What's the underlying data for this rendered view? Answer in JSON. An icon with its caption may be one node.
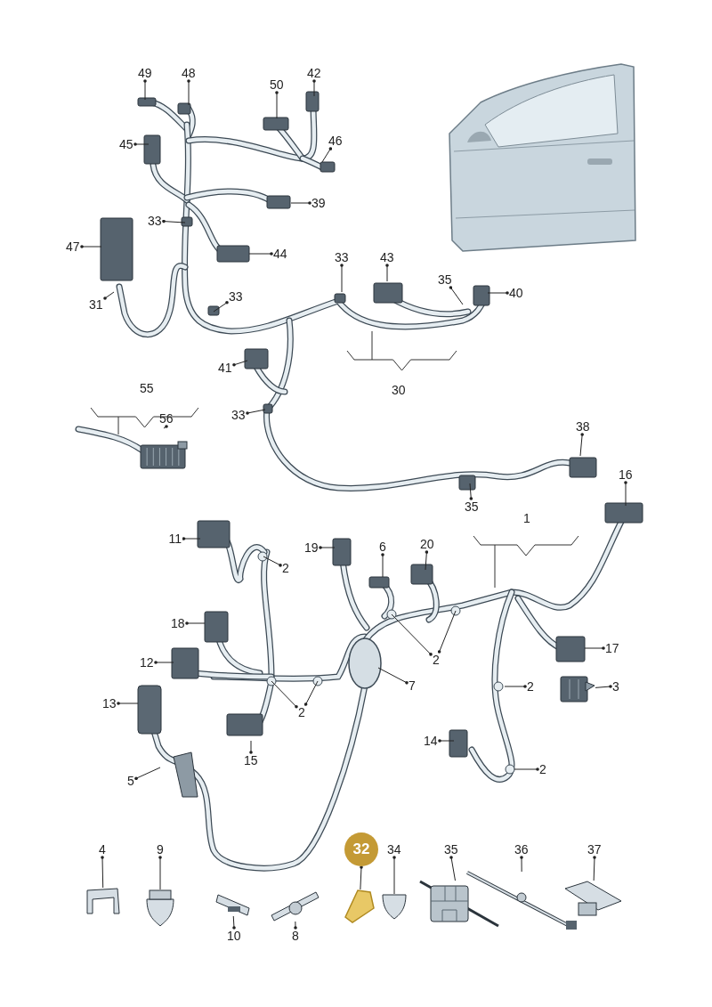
{
  "diagram": {
    "nodes": [
      {
        "text": [
          "49"
        ]
      },
      {
        "text": [
          "48"
        ]
      },
      {
        "text": [
          "42"
        ]
      },
      {
        "text": [
          "50"
        ]
      },
      {
        "text": [
          "46"
        ]
      },
      {
        "text": [
          "45"
        ]
      },
      {
        "text": [
          "39"
        ]
      },
      {
        "text": [
          "33"
        ]
      },
      {
        "text": [
          "47"
        ]
      },
      {
        "text": [
          "44"
        ]
      },
      {
        "text": [
          "33"
        ]
      },
      {
        "text": [
          "43"
        ]
      },
      {
        "text": [
          "35"
        ]
      },
      {
        "text": [
          "40"
        ]
      },
      {
        "text": [
          "31"
        ]
      },
      {
        "text": [
          "33"
        ]
      },
      {
        "text": [
          "41"
        ]
      },
      {
        "text": [
          "33"
        ]
      },
      {
        "text": [
          "56"
        ]
      },
      {
        "text": [
          "38"
        ]
      },
      {
        "text": [
          "35"
        ]
      },
      {
        "text": [
          "16"
        ]
      },
      {
        "text": [
          "11"
        ]
      },
      {
        "text": [
          "19"
        ]
      },
      {
        "text": [
          "6"
        ]
      },
      {
        "text": [
          "20"
        ]
      },
      {
        "text": [
          "2"
        ]
      },
      {
        "text": [
          "18"
        ]
      },
      {
        "text": [
          "17"
        ]
      },
      {
        "text": [
          "12"
        ]
      },
      {
        "text": [
          "2"
        ]
      },
      {
        "text": [
          "7"
        ]
      },
      {
        "text": [
          "3"
        ]
      },
      {
        "text": [
          "13"
        ]
      },
      {
        "text": [
          "2"
        ]
      },
      {
        "text": [
          "2"
        ]
      },
      {
        "text": [
          "14"
        ]
      },
      {
        "text": [
          "15"
        ]
      },
      {
        "text": [
          "2"
        ]
      },
      {
        "text": [
          "5"
        ]
      },
      {
        "text": [
          "4"
        ]
      },
      {
        "text": [
          "9"
        ]
      },
      {
        "text": [
          "32"
        ]
      },
      {
        "text": [
          "34"
        ]
      },
      {
        "text": [
          "35"
        ]
      },
      {
        "text": [
          "36"
        ]
      },
      {
        "text": [
          "37"
        ]
      },
      {
        "text": [
          "10"
        ]
      },
      {
        "text": [
          "8"
        ]
      },
      {
        "text": [],
        "shape": "picture"
      },
      {
        "text": [],
        "shape": "picture"
      },
      {
        "text": [],
        "shape": "picture"
      },
      {
        "text": [],
        "shape": "picture"
      },
      {
        "text": [],
        "shape": "picture"
      },
      {
        "text": [],
        "shape": "picture"
      },
      {
        "text": [],
        "shape": "picture"
      },
      {
        "text": [],
        "shape": "picture"
      },
      {
        "text": [],
        "shape": "picture"
      },
      {
        "text": [],
        "shape": "picture"
      },
      {
        "text": [],
        "shape": "picture"
      }
    ],
    "edges": [
      {
        "from": 0,
        "to": null,
        "arrow": "other"
      },
      {
        "from": 1,
        "to": null,
        "arrow": "other"
      },
      {
        "from": 2,
        "to": null,
        "arrow": "other"
      },
      {
        "from": 3,
        "to": null,
        "arrow": "other"
      },
      {
        "from": 4,
        "to": null,
        "arrow": "other"
      },
      {
        "from": 5,
        "to": null,
        "arrow": "other"
      },
      {
        "from": 6,
        "to": null,
        "arrow": "other"
      },
      {
        "from": 7,
        "to": null,
        "arrow": "other"
      },
      {
        "from": 8,
        "to": null,
        "arrow": "other"
      },
      {
        "from": 9,
        "to": null,
        "arrow": "other"
      },
      {
        "from": 10,
        "to": null,
        "arrow": "other"
      },
      {
        "from": 11,
        "to": null,
        "arrow": "other"
      },
      {
        "from": 12,
        "to": null,
        "arrow": "other"
      },
      {
        "from": 13,
        "to": null,
        "arrow": "other"
      },
      {
        "from": 14,
        "to": null,
        "arrow": "other"
      },
      {
        "from": 15,
        "to": null,
        "arrow": "other"
      },
      {
        "from": 16,
        "to": null,
        "arrow": "other"
      },
      {
        "from": 17,
        "to": null,
        "arrow": "other"
      },
      {
        "from": 18,
        "to": 49,
        "arrow": "other"
      },
      {
        "from": 19,
        "to": null,
        "arrow": "other"
      },
      {
        "from": 20,
        "to": null,
        "arrow": "other"
      },
      {
        "from": 21,
        "to": null,
        "arrow": "other"
      },
      {
        "from": 22,
        "to": null,
        "arrow": "other"
      },
      {
        "from": 23,
        "to": null,
        "arrow": "other"
      },
      {
        "from": 24,
        "to": null,
        "arrow": "other"
      },
      {
        "from": 25,
        "to": null,
        "arrow": "other"
      },
      {
        "from": 26,
        "to": null,
        "arrow": "other"
      },
      {
        "from": 27,
        "to": null,
        "arrow": "other"
      },
      {
        "from": 28,
        "to": null,
        "arrow": "other"
      },
      {
        "from": 29,
        "to": null,
        "arrow": "other"
      },
      {
        "from": 30,
        "to": null,
        "arrow": "other"
      },
      {
        "from": 30,
        "to": null,
        "arrow": "other"
      },
      {
        "from": 31,
        "to": null,
        "arrow": "other"
      },
      {
        "from": 32,
        "to": 50,
        "arrow": "other"
      },
      {
        "from": 33,
        "to": null,
        "arrow": "other"
      },
      {
        "from": 34,
        "to": null,
        "arrow": "other"
      },
      {
        "from": 35,
        "to": null,
        "arrow": "other"
      },
      {
        "from": 35,
        "to": null,
        "arrow": "other"
      },
      {
        "from": 36,
        "to": null,
        "arrow": "other"
      },
      {
        "from": 37,
        "to": null,
        "arrow": "other"
      },
      {
        "from": 38,
        "to": null,
        "arrow": "other"
      },
      {
        "from": 39,
        "to": null,
        "arrow": "other"
      },
      {
        "from": 40,
        "to": 51,
        "arrow": "other"
      },
      {
        "from": 41,
        "to": 52,
        "arrow": "other"
      },
      {
        "from": 42,
        "to": 55,
        "arrow": "other"
      },
      {
        "from": 43,
        "to": 56,
        "arrow": "other"
      },
      {
        "from": 44,
        "to": 57,
        "arrow": "other"
      },
      {
        "from": 45,
        "to": 58,
        "arrow": "other"
      },
      {
        "from": 46,
        "to": 59,
        "arrow": "other"
      },
      {
        "from": 47,
        "to": 53,
        "arrow": "other"
      },
      {
        "from": 48,
        "to": 54,
        "arrow": "other"
      }
    ],
    "labels": [
      "55",
      "30",
      "1"
    ]
  }
}
